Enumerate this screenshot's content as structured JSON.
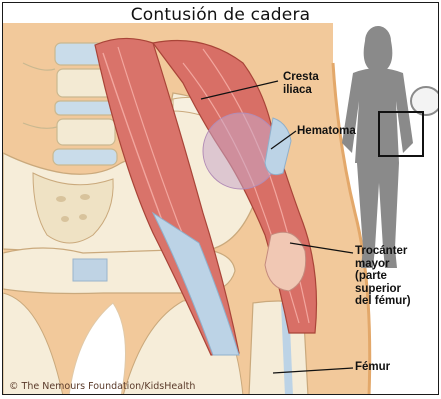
{
  "title": "Contusión de cadera",
  "labels": {
    "cresta": "Cresta\niliaca",
    "hematoma": "Hematoma",
    "trocanter": "Trocánter\nmayor\n(parte\nsuperior\ndel fémur)",
    "femur": "Fémur"
  },
  "credit": "© The Nemours Foundation/KidsHealth",
  "colors": {
    "background": "#ffffff",
    "skin": "#f1c99a",
    "bone": "#f5ecd8",
    "muscle": "#d9736a",
    "hematoma": "#c9a7c9",
    "cartilage": "#bcd3e6",
    "silhouette": "#8a8a8a"
  }
}
